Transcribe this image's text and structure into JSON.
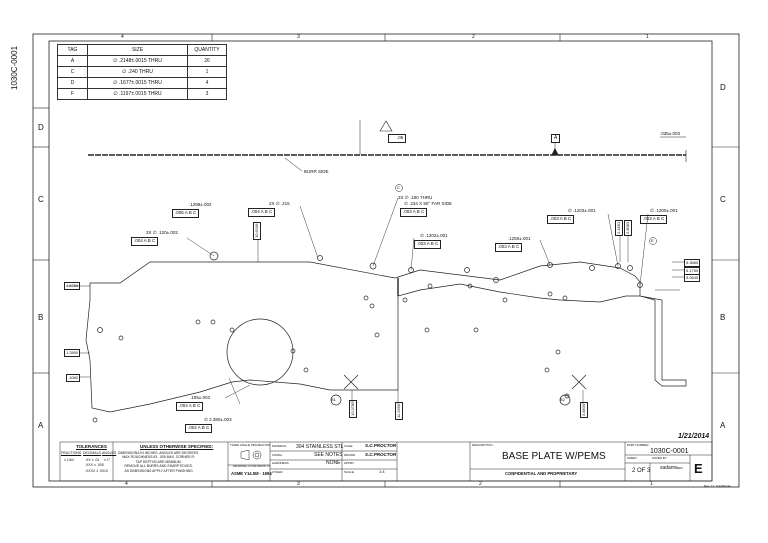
{
  "sheet": {
    "vertical_title": "1030C-0001",
    "zones_top": [
      "4",
      "3",
      "2",
      "1"
    ],
    "zones_bottom": [
      "4",
      "3",
      "2",
      "1"
    ],
    "zones_left": [
      "D",
      "C",
      "B",
      "A"
    ],
    "zones_right": [
      "D",
      "C",
      "B",
      "A"
    ]
  },
  "hole_table": {
    "headers": [
      "TAG",
      "SIZE",
      "QUANTITY"
    ],
    "rows": [
      {
        "tag": "A",
        "size": "∅ .2148±.0015 THRU",
        "qty": "26"
      },
      {
        "tag": "C",
        "size": "∅ .240 THRU",
        "qty": "1"
      },
      {
        "tag": "D",
        "size": "∅ .1677±.0015 THRU",
        "qty": "4"
      },
      {
        "tag": "F",
        "size": "∅ .1197±.0015 THRU",
        "qty": "3"
      }
    ]
  },
  "annotations": {
    "flatness": ".05",
    "datum_a": "A",
    "thickness": ".035±.003",
    "burr_side": "BURR SIDE",
    "hole_callout_c_1": "3X ∅ .180 THRU",
    "hole_callout_c_2": "∅ .234 X 90° FAR SIDE",
    "fcf_c": ".003 A B C",
    "dim_1299": ".1299±.002",
    "fcf_1299": ".005 A B C",
    "dim_2x_215": "2X ∅ .215",
    "fcf_215": ".004 A B C",
    "dim_3x_120": "3X ∅ .120±.002",
    "fcf_120": ".004 A B C",
    "dim_1202": "∅ .1202±.001",
    "fcf_1202": ".003 A B C",
    "dim_1250": ".1250±.001",
    "fcf_1250": ".003 A B C",
    "dim_1203": "∅ .1203±.001",
    "fcf_1203": ".003 A B C",
    "dim_1200": "∅ .1200±.001",
    "fcf_1200": ".003 A B C",
    "dim_105": ".105±.003",
    "fcf_105": ".004 A B C",
    "dim_2380": "∅ 2.380±.003",
    "fcf_2380": ".004 A B C",
    "basic_v1": "10.6106",
    "basic_v2": "2.1861",
    "basic_v3": "2.8083",
    "basic_r1": "5.3660",
    "basic_r2": "5.1750",
    "basic_r3": "5.0640",
    "basic_l1": "4.5750",
    "basic_l2": "1.2800",
    "basic_l3": ".1080",
    "basic_b1": "10.3785",
    "basic_b2": "11.2650",
    "basic_b3": "3.8830",
    "balloon_b1": "B1",
    "balloon_b2": "B2",
    "balloon_c": "C",
    "balloon_e": "E",
    "date": "1/21/2014"
  },
  "title_block": {
    "tolerances_title": "TOLERANCES",
    "tol_cols": [
      "FRACTIONS",
      "DECIMALS",
      "ANGLES"
    ],
    "tol_vals": [
      "± 1/64",
      ".XX ± .01\n.XXX ± .005\n.XXXX ± .0010",
      "± 1°"
    ],
    "notes_title": "UNLESS OTHERWISE SPECIFIED:",
    "notes_body": "DIMENSIONS IN INCHES. ANGLES ARE DEGREES.\nMAX ROUGHNESS 63. .005 MAX. CORNER R.\nTAP DEPTHS ARE MINIMUM.\nREMOVE ALL BURRS AND SHARP EDGES.\nAS DIMENSIONS APPLY AFTER FINISHING",
    "projection": "THIRD ANGLE PROJECTION",
    "standard_label": "DRAWING CONFORMS TO",
    "standard": "ASME Y14.5M - 1994",
    "material_label": "MATERIAL",
    "material": "304 STAINLESS STL",
    "finish_label": "FINISH",
    "finish": "SEE NOTES",
    "hardness_label": "HARDNESS",
    "hardness": "NONE",
    "other_label": "OTHER",
    "cage_label": "CAGE",
    "cage": "S.C.PROCTOR",
    "drawn_label": "DRAWN",
    "drawn": "S.C.PROCTOR",
    "approved_label": "APPRV",
    "scale_label": "SCALE",
    "scale": "1:4",
    "description_label": "DESCRIPTION",
    "description": "BASE PLATE W/PEMS",
    "confidential": "CONFIDENTIAL AND PROPRIETARY",
    "part_number_label": "PART NUMBER",
    "part_number": "1030C-0001",
    "sheet_label": "SHEET",
    "sheet": "2 OF 3",
    "saved_by_label": "SAVED BY",
    "saved_by": "sadams",
    "rev_label": "REV",
    "size_letter": "E",
    "footer": "Rev. 12. SolidWorks"
  }
}
